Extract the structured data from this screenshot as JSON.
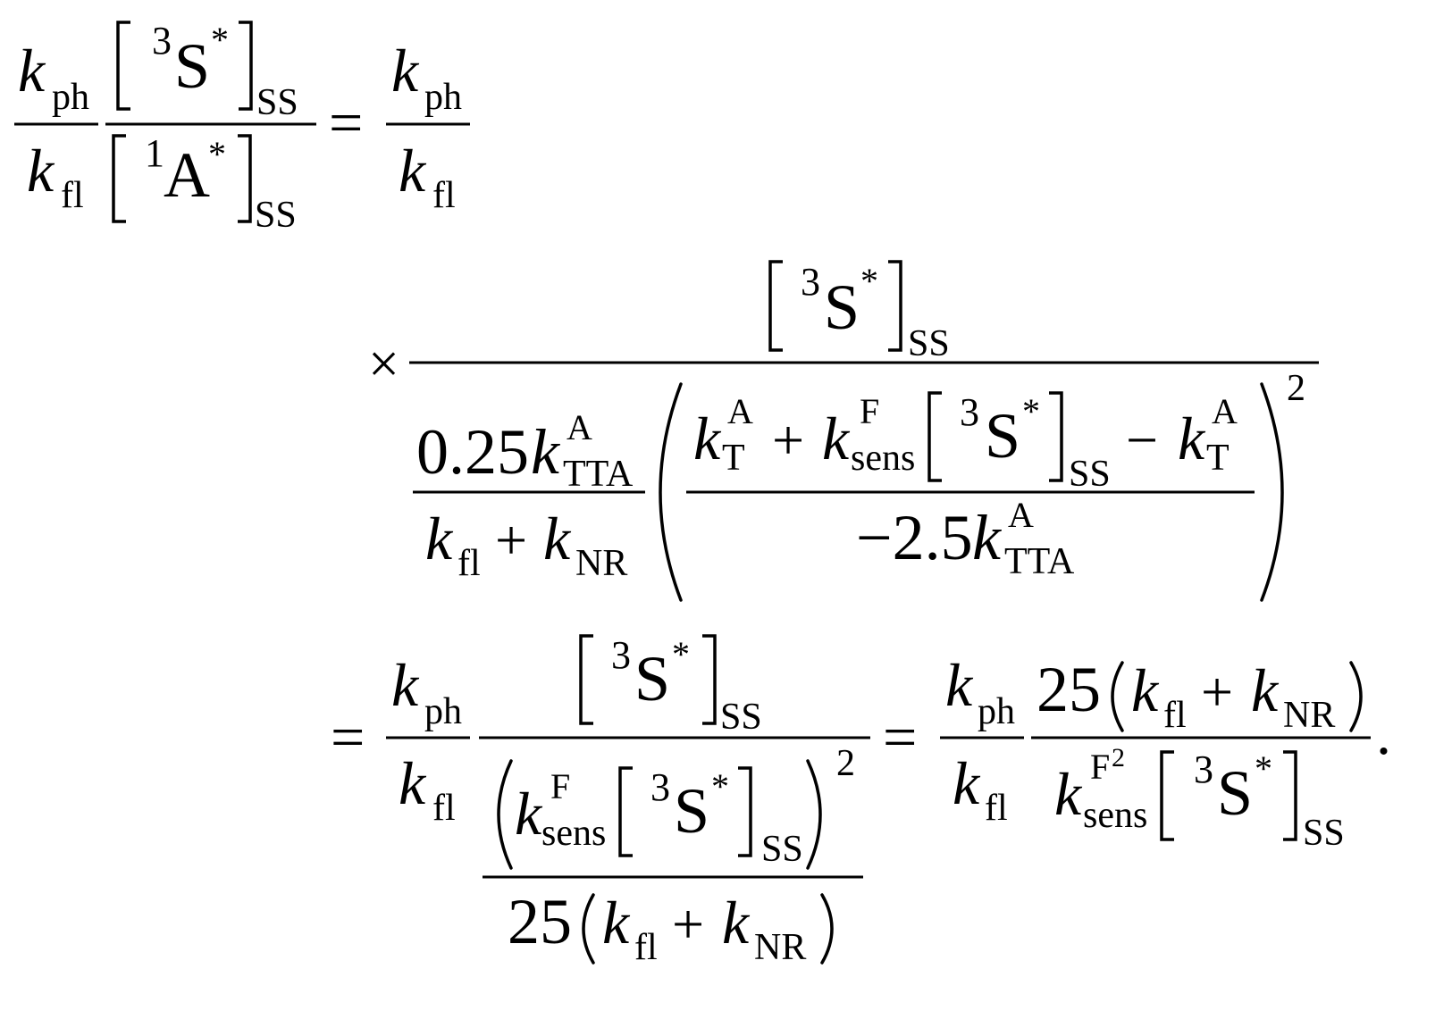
{
  "symbols": {
    "k": "k",
    "ph": "ph",
    "fl": "fl",
    "NR": "NR",
    "TTA": "TTA",
    "T": "T",
    "sens": "sens",
    "A": "A",
    "F": "F",
    "F2": "F",
    "S": "S",
    "SS": "SS",
    "star": "*",
    "one": "1",
    "three": "3",
    "two": "2",
    "equals": "=",
    "plus": "+",
    "minus": "−",
    "times": "×",
    "period": "."
  },
  "numbers": {
    "c025": "0.25",
    "cm25": "−2.5",
    "c25": "25"
  }
}
